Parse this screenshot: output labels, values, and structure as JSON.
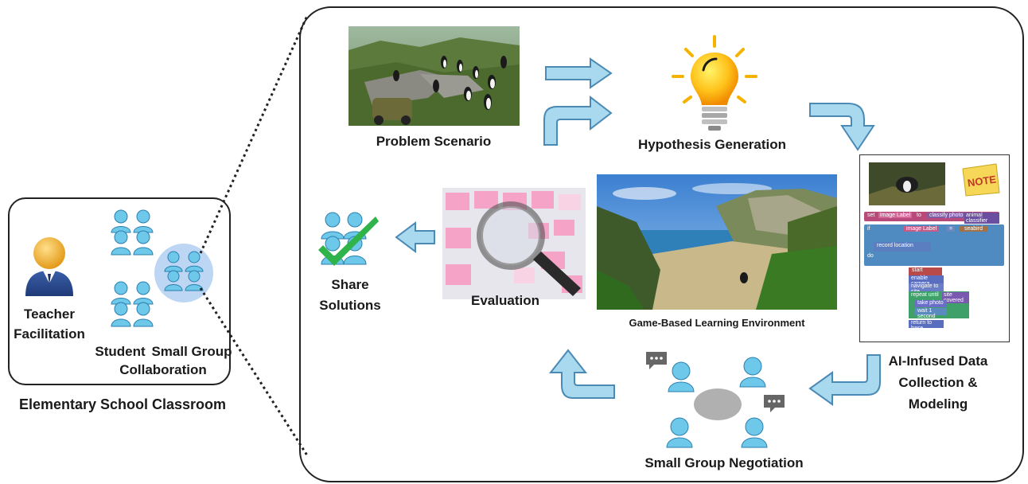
{
  "classroom": {
    "title": "Elementary School Classroom",
    "teacher_line1": "Teacher",
    "teacher_line2": "Facilitation",
    "student_line1_a": "Student",
    "student_line1_b": "Small Group",
    "student_line2": "Collaboration"
  },
  "cycle": {
    "problem_scenario": "Problem Scenario",
    "hypothesis_generation": "Hypothesis Generation",
    "ai_line1": "AI-Infused Data",
    "ai_line2": "Collection &",
    "ai_line3": "Modeling",
    "negotiation": "Small Group Negotiation",
    "evaluation": "Evaluation",
    "share_line1": "Share",
    "share_line2": "Solutions",
    "game_env": "Game-Based  Learning Environment"
  },
  "note_text": "NOTE",
  "blocks": {
    "set": "set",
    "image_label": "image Label",
    "to": "to",
    "classify_photo": "classify photo",
    "animal_classifier": "animal classifier",
    "if": "if",
    "eq": "=",
    "seabird": "seabird",
    "do": "do",
    "record_location": "record location",
    "start": "start",
    "enable_camera": "enable camera",
    "navigate_to_site": "navigate to site",
    "repeat_until": "repeat until",
    "site_covered": "site covered",
    "take_photo": "take photo",
    "wait_second": "wait 1 second",
    "return_to_base": "return to base"
  },
  "colors": {
    "arrow_fill": "#a9d9ee",
    "arrow_stroke": "#4a8ab5",
    "person_fill": "#6ec8ea",
    "check": "#2fb34a",
    "note": "#f7d757"
  }
}
